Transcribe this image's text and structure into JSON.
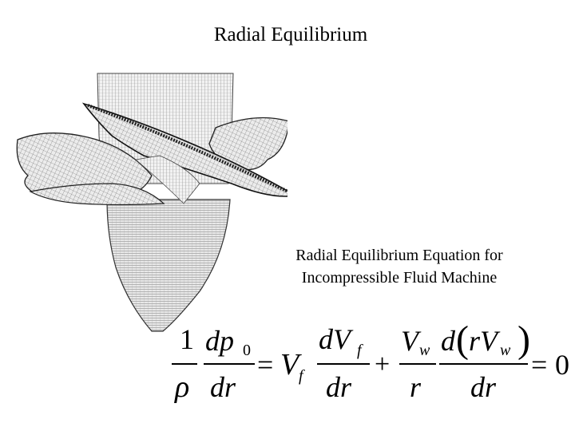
{
  "slide": {
    "title": "Radial Equilibrium",
    "caption_line1": "Radial Equilibrium Equation for",
    "caption_line2": "Incompressible Fluid Machine"
  },
  "equation": {
    "one": "1",
    "rho": "ρ",
    "dp": "dp",
    "p_sub": "0",
    "dr": "dr",
    "equals": "=",
    "V": "V",
    "f_sub": "f",
    "dV": "dV",
    "plus": "+",
    "w_sub": "w",
    "r": "r",
    "d": "d",
    "rV": "rV",
    "zero": "0"
  }
}
